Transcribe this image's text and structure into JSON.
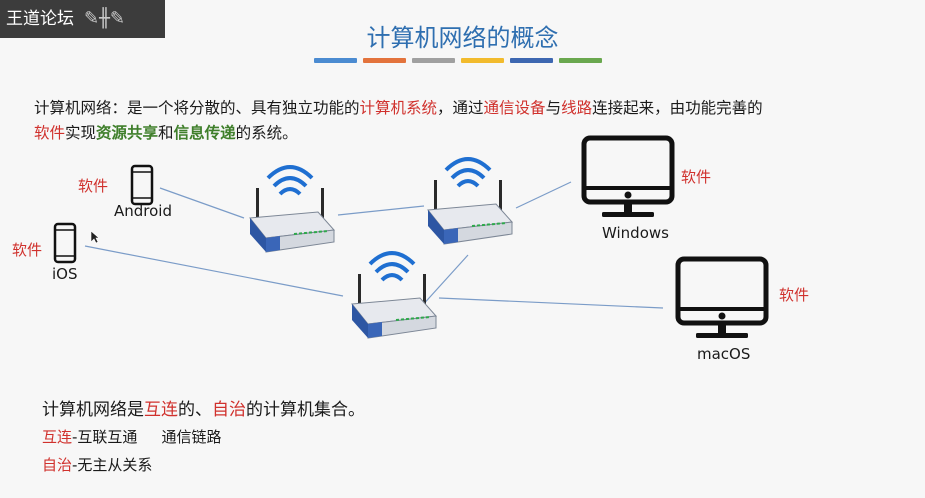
{
  "watermark": {
    "text": "王道论坛"
  },
  "title": "计算机网络的概念",
  "title_bar_colors": [
    "#4b8bd1",
    "#e3733c",
    "#a0a0a0",
    "#f2bb2d",
    "#3d67b1",
    "#6aa84f"
  ],
  "definition": {
    "p1": "计算机网络：是一个将分散的、具有独立功能的",
    "computer_system": "计算机系统",
    "p2": "，通过",
    "comm_device": "通信设备",
    "p3": "与",
    "line": "线路",
    "p4": "连接起来，由功能完善的",
    "software": "软件",
    "p5": "实现",
    "resource_sharing": "资源共享",
    "p6": "和",
    "info_transfer": "信息传递",
    "p7": "的系统。"
  },
  "diagram": {
    "android_label": "Android",
    "ios_label": "iOS",
    "windows_label": "Windows",
    "macos_label": "macOS",
    "software_label_android": "软件",
    "software_label_ios": "软件",
    "software_label_windows": "软件",
    "software_label_macos": "软件"
  },
  "bottom": {
    "line1_a": "计算机网络是",
    "interconnect": "互连",
    "line1_b": "的、",
    "autonomous": "自治",
    "line1_c": "的计算机集合。",
    "interconnect_label": "互连",
    "interconnect_desc": "-互联互通",
    "comm_link": "通信链路",
    "autonomous_label": "自治",
    "autonomous_desc": "-无主从关系"
  }
}
